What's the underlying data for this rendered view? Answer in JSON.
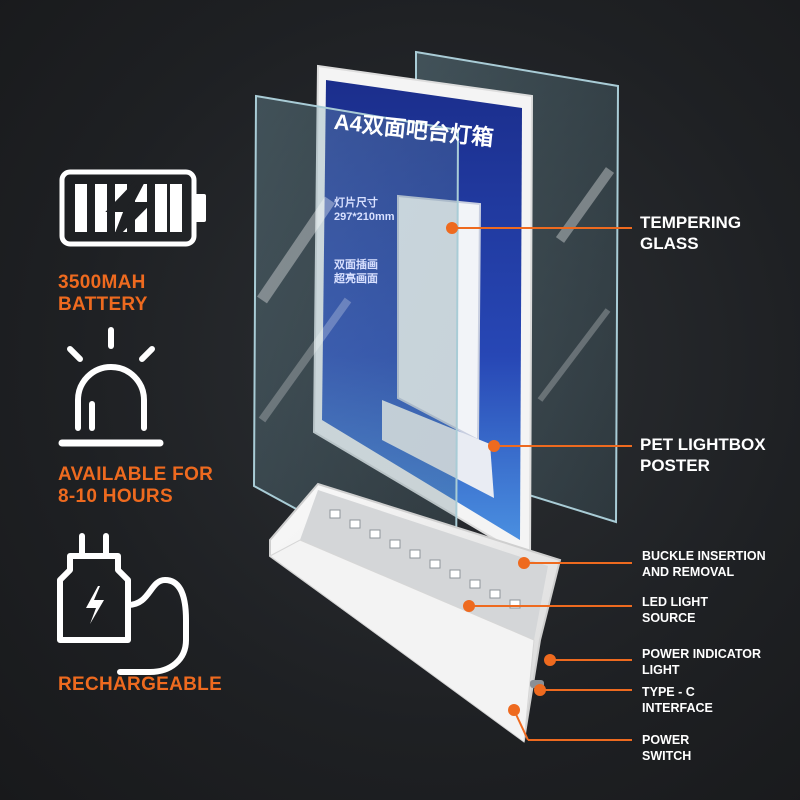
{
  "features": [
    {
      "label": "3500MAH\nBATTERY",
      "icon": "battery-charging-icon"
    },
    {
      "label": "AVAILABLE FOR\n8-10 HOURS",
      "icon": "siren-light-icon"
    },
    {
      "label": "RECHARGEABLE",
      "icon": "charger-plug-icon"
    }
  ],
  "callouts": {
    "tempering_glass": "TEMPERING\nGLASS",
    "pet_poster": "PET LIGHTBOX\nPOSTER",
    "buckle": "BUCKLE INSERTION\nAND REMOVAL",
    "led_source": "LED LIGHT\nSOURCE",
    "power_indicator": "POWER INDICATOR\nLIGHT",
    "type_c": "TYPE - C\nINTERFACE",
    "power_switch": "POWER\nSWITCH"
  },
  "poster": {
    "title": "A4双面吧台灯箱",
    "size_label": "灯片尺寸\n297*210mm",
    "subtitle": "双面插画\n超亮画面"
  },
  "colors": {
    "accent": "#ee6a1f",
    "text": "#ffffff",
    "background": "#1f2124",
    "poster_blue": "#1b2e8c"
  }
}
